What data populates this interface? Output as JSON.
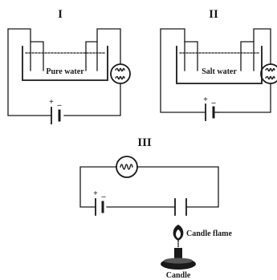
{
  "circuits": [
    {
      "numeral": "I",
      "liquid_label": "Pure water"
    },
    {
      "numeral": "II",
      "liquid_label": "Salt water"
    },
    {
      "numeral": "III"
    }
  ],
  "battery_symbols": {
    "plus": "+",
    "minus": "–"
  },
  "flame": {
    "label": "Candle flame"
  },
  "candle": {
    "label": "Candle"
  },
  "colors": {
    "ink": "#1a1a1a",
    "background": "#ffffff"
  }
}
